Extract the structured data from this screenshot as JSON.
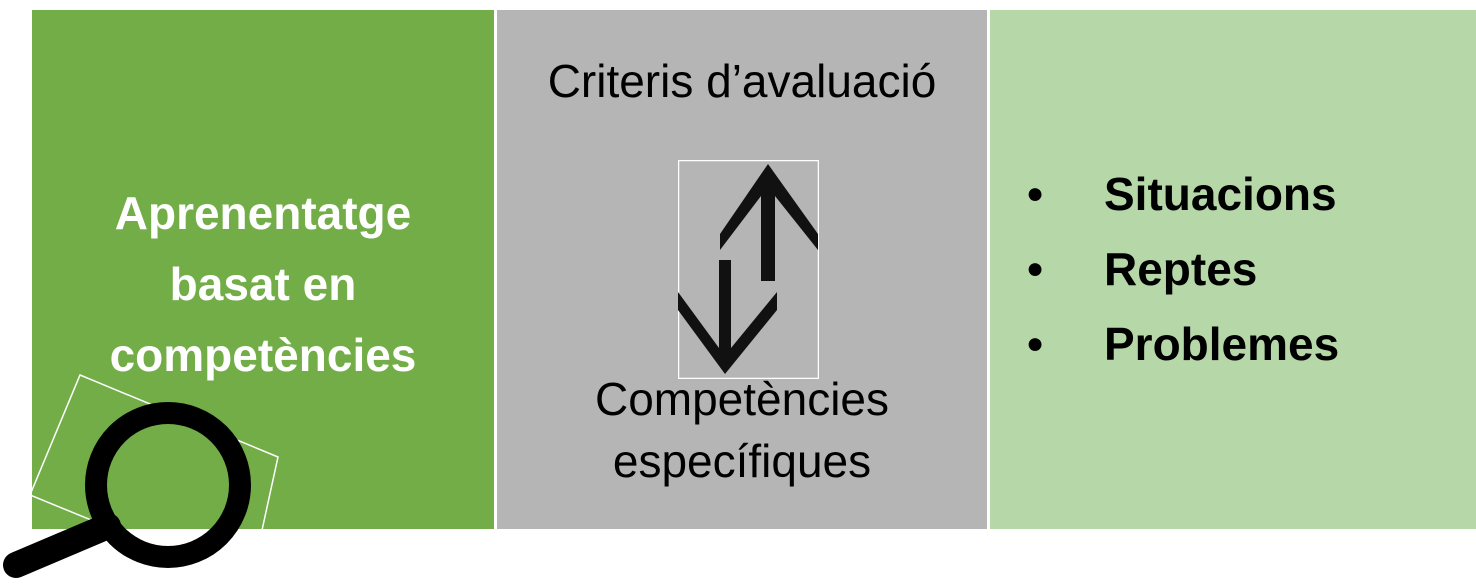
{
  "left_panel": {
    "title_lines": [
      "Aprenentatge",
      "basat en",
      "competències"
    ],
    "color": "#72ad48"
  },
  "middle_panel": {
    "top_label": "Criteris d’avaluació",
    "bottom_lines": [
      "Competències",
      "específiques"
    ],
    "color": "#b5b5b5",
    "icon": "up-down-arrows-icon"
  },
  "right_panel": {
    "color": "#b6d7a8",
    "bullet": "●",
    "items": [
      "Situacions",
      "Reptes",
      "Problemes"
    ]
  },
  "decoration": {
    "icon": "magnifying-glass-icon"
  }
}
